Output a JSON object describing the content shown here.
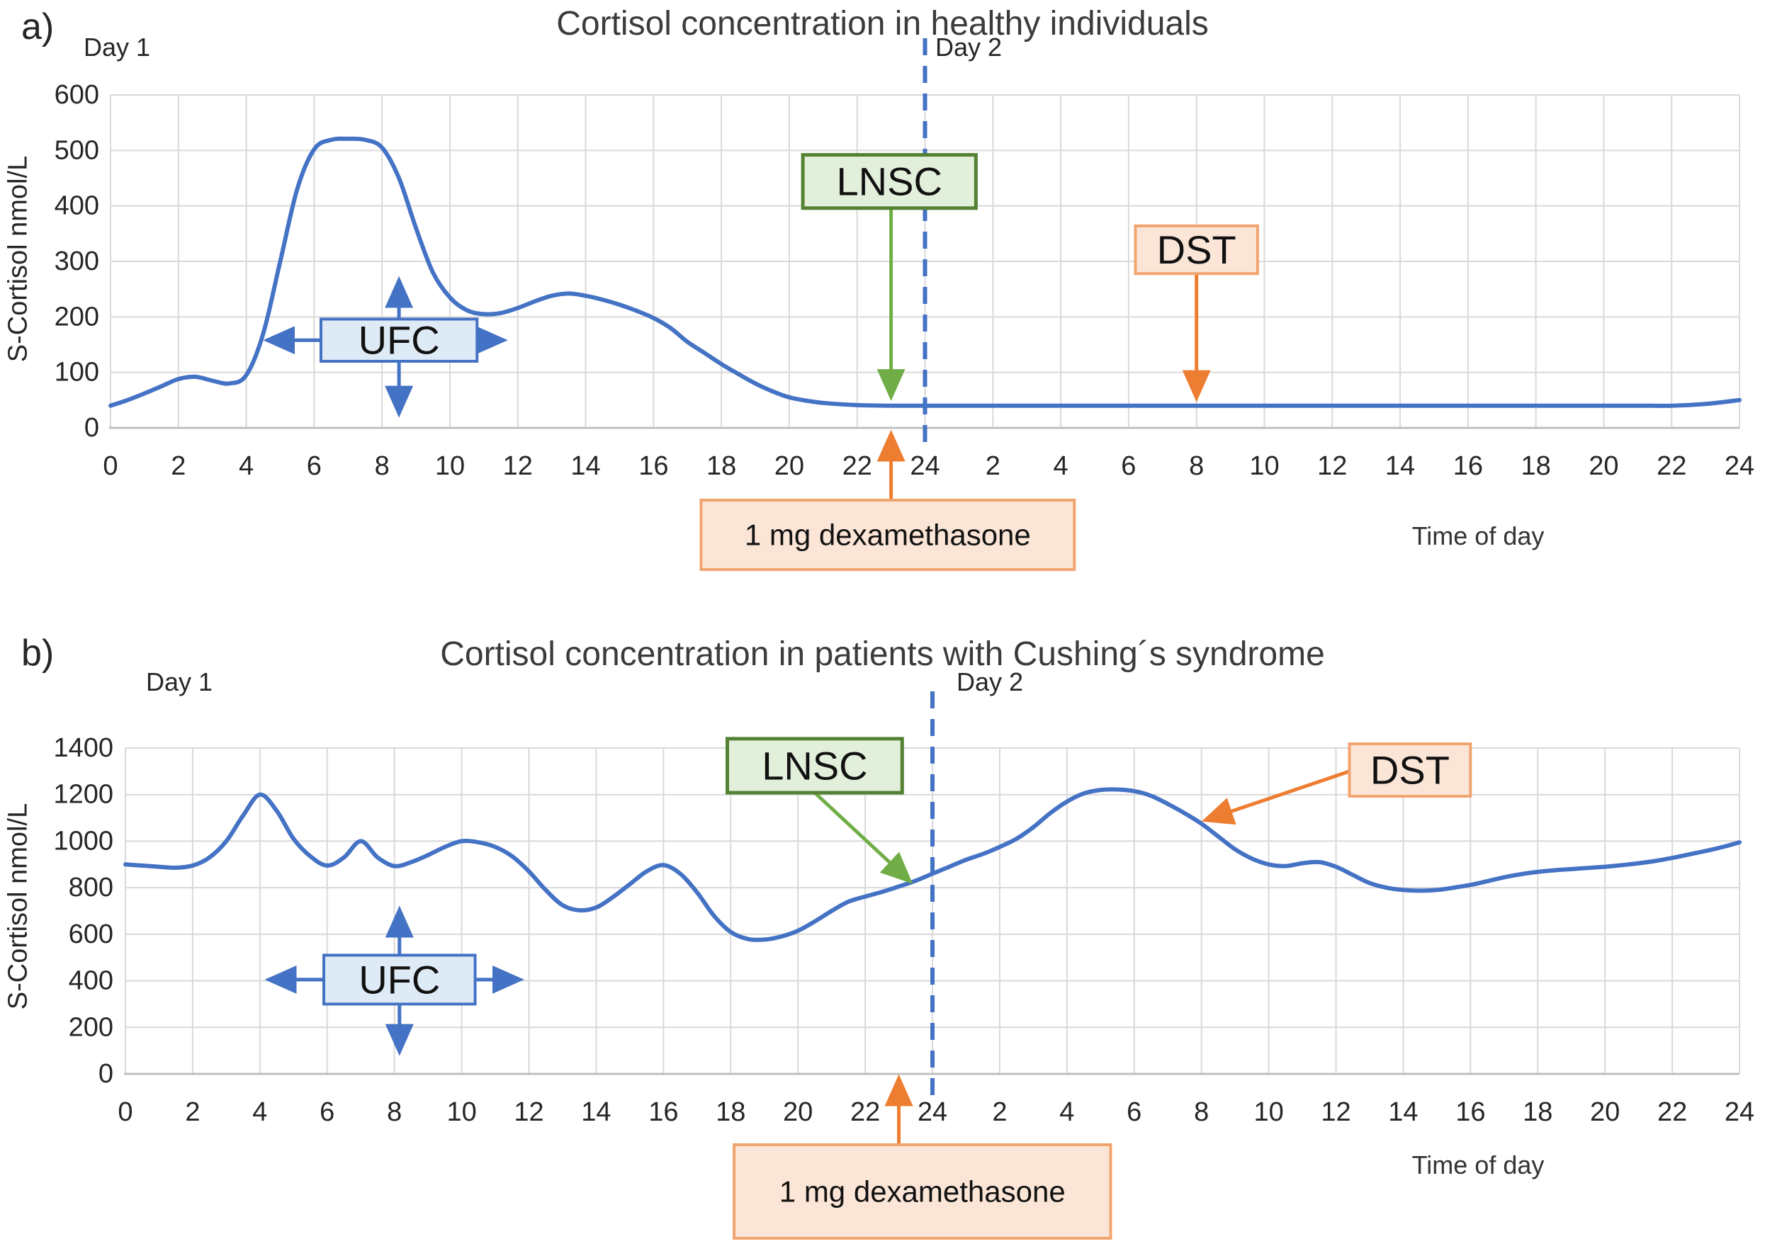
{
  "colors": {
    "curve": "#4472C4",
    "dashed_line": "#4472C4",
    "grid": "#D9D9D9",
    "axis_line": "#BFBFBF",
    "tick_text": "#262626",
    "title_text": "#3B3B3B",
    "ufc_fill": "#DEEAF6",
    "ufc_border": "#4472C4",
    "ufc_arrow": "#4472C4",
    "green_fill": "#E2EFDA",
    "green_border": "#548235",
    "green_arrow": "#70AD47",
    "orange_fill": "#FBE5D6",
    "orange_border": "#F2A470",
    "orange_arrow": "#ED7D31",
    "label_text": "#111111"
  },
  "chart_data": [
    {
      "type": "line",
      "panel_letter": "a)",
      "title": "Cortisol concentration in healthy individuals",
      "ylabel": "S-Cortisol nmol/L",
      "xlabel": "Time of day",
      "day1_label": "Day 1",
      "day2_label": "Day 2",
      "legend": "none",
      "grid": "on",
      "xlim": [
        0,
        48
      ],
      "ylim": [
        0,
        600
      ],
      "day_boundary_hour": 24,
      "grid_x_step_hours": 2,
      "ytick_values": [
        600,
        500,
        400,
        300,
        200,
        100,
        0
      ],
      "xtick_hours": [
        0,
        2,
        4,
        6,
        8,
        10,
        12,
        14,
        16,
        18,
        20,
        22,
        24,
        26,
        28,
        30,
        32,
        34,
        36,
        38,
        40,
        42,
        44,
        46,
        48
      ],
      "xtick_labels": [
        "0",
        "2",
        "4",
        "6",
        "8",
        "10",
        "12",
        "14",
        "16",
        "18",
        "20",
        "22",
        "24",
        "2",
        "4",
        "6",
        "8",
        "10",
        "12",
        "14",
        "16",
        "18",
        "20",
        "22",
        "24"
      ],
      "points": [
        [
          0,
          40
        ],
        [
          0.5,
          50
        ],
        [
          1,
          62
        ],
        [
          1.5,
          75
        ],
        [
          2,
          88
        ],
        [
          2.5,
          92
        ],
        [
          3,
          85
        ],
        [
          3.5,
          80
        ],
        [
          4,
          95
        ],
        [
          4.5,
          170
        ],
        [
          5,
          300
        ],
        [
          5.5,
          430
        ],
        [
          6,
          502
        ],
        [
          6.5,
          519
        ],
        [
          7,
          521
        ],
        [
          7.5,
          519
        ],
        [
          8,
          505
        ],
        [
          8.5,
          450
        ],
        [
          9,
          360
        ],
        [
          9.5,
          280
        ],
        [
          10,
          235
        ],
        [
          10.5,
          212
        ],
        [
          11,
          205
        ],
        [
          11.5,
          207
        ],
        [
          12,
          216
        ],
        [
          12.5,
          228
        ],
        [
          13,
          238
        ],
        [
          13.5,
          242
        ],
        [
          14,
          238
        ],
        [
          14.5,
          231
        ],
        [
          15,
          222
        ],
        [
          15.5,
          211
        ],
        [
          16,
          198
        ],
        [
          16.5,
          180
        ],
        [
          17,
          155
        ],
        [
          17.5,
          135
        ],
        [
          18,
          115
        ],
        [
          18.5,
          97
        ],
        [
          19,
          80
        ],
        [
          19.5,
          66
        ],
        [
          20,
          55
        ],
        [
          20.5,
          49
        ],
        [
          21,
          45
        ],
        [
          22,
          41
        ],
        [
          23,
          40
        ],
        [
          24,
          40
        ],
        [
          26,
          40
        ],
        [
          28,
          40
        ],
        [
          30,
          40
        ],
        [
          32,
          40
        ],
        [
          34,
          40
        ],
        [
          36,
          40
        ],
        [
          38,
          40
        ],
        [
          40,
          40
        ],
        [
          42,
          40
        ],
        [
          44,
          40
        ],
        [
          45,
          40
        ],
        [
          46,
          40
        ],
        [
          47,
          43
        ],
        [
          48,
          50
        ]
      ],
      "annotations": {
        "ufc": {
          "label": "UFC",
          "box_hours": [
            6.2,
            10.8
          ],
          "box_values": [
            120,
            196
          ],
          "tip_up_value": 264,
          "tip_down_value": 28,
          "tip_left_hour": 4.65,
          "tip_right_hour": 11.55
        },
        "lnsc": {
          "label": "LNSC",
          "box_hours": [
            20.4,
            25.5
          ],
          "box_values": [
            396,
            492
          ],
          "arrow_from": [
            23.0,
            396
          ],
          "arrow_to": [
            23.0,
            58
          ]
        },
        "dst": {
          "label": "DST",
          "box_hours": [
            30.2,
            33.8
          ],
          "box_values": [
            278,
            364
          ],
          "arrow_from": [
            32.0,
            278
          ],
          "arrow_to": [
            32.0,
            56
          ]
        },
        "dexamethasone": {
          "label": "1 mg dexamethasone",
          "box_hours": [
            17.4,
            28.4
          ],
          "arrow_hour": 23.0
        }
      }
    },
    {
      "type": "line",
      "panel_letter": "b)",
      "title": "Cortisol concentration in patients with Cushing´s syndrome",
      "ylabel": "S-Cortisol nmol/L",
      "xlabel": "Time of day",
      "day1_label": "Day 1",
      "day2_label": "Day 2",
      "legend": "none",
      "grid": "on",
      "xlim": [
        0,
        48
      ],
      "ylim": [
        0,
        1400
      ],
      "day_boundary_hour": 24,
      "grid_x_step_hours": 2,
      "ytick_values": [
        1400,
        1200,
        1000,
        800,
        600,
        400,
        200,
        0
      ],
      "xtick_hours": [
        0,
        2,
        4,
        6,
        8,
        10,
        12,
        14,
        16,
        18,
        20,
        22,
        24,
        26,
        28,
        30,
        32,
        34,
        36,
        38,
        40,
        42,
        44,
        46,
        48
      ],
      "xtick_labels": [
        "0",
        "2",
        "4",
        "6",
        "8",
        "10",
        "12",
        "14",
        "16",
        "18",
        "20",
        "22",
        "24",
        "2",
        "4",
        "6",
        "8",
        "10",
        "12",
        "14",
        "16",
        "18",
        "20",
        "22",
        "24"
      ],
      "points": [
        [
          0,
          900
        ],
        [
          0.5,
          895
        ],
        [
          1,
          890
        ],
        [
          1.5,
          886
        ],
        [
          2,
          895
        ],
        [
          2.5,
          930
        ],
        [
          3,
          1000
        ],
        [
          3.5,
          1110
        ],
        [
          4,
          1200
        ],
        [
          4.5,
          1130
        ],
        [
          5,
          1010
        ],
        [
          5.5,
          935
        ],
        [
          6,
          895
        ],
        [
          6.5,
          930
        ],
        [
          7,
          1000
        ],
        [
          7.5,
          930
        ],
        [
          8,
          893
        ],
        [
          8.5,
          910
        ],
        [
          9,
          940
        ],
        [
          9.5,
          975
        ],
        [
          10,
          1000
        ],
        [
          10.5,
          995
        ],
        [
          11,
          975
        ],
        [
          11.5,
          935
        ],
        [
          12,
          870
        ],
        [
          12.5,
          790
        ],
        [
          13,
          725
        ],
        [
          13.5,
          703
        ],
        [
          14,
          715
        ],
        [
          14.5,
          760
        ],
        [
          15,
          815
        ],
        [
          15.5,
          870
        ],
        [
          16,
          897
        ],
        [
          16.5,
          860
        ],
        [
          17,
          780
        ],
        [
          17.5,
          680
        ],
        [
          18,
          610
        ],
        [
          18.5,
          580
        ],
        [
          19,
          577
        ],
        [
          19.5,
          590
        ],
        [
          20,
          615
        ],
        [
          20.5,
          655
        ],
        [
          21,
          700
        ],
        [
          21.5,
          740
        ],
        [
          22,
          762
        ],
        [
          22.5,
          782
        ],
        [
          23,
          805
        ],
        [
          23.5,
          830
        ],
        [
          24,
          860
        ],
        [
          24.5,
          890
        ],
        [
          25,
          920
        ],
        [
          25.5,
          945
        ],
        [
          26,
          975
        ],
        [
          26.5,
          1010
        ],
        [
          27,
          1060
        ],
        [
          27.5,
          1120
        ],
        [
          28,
          1170
        ],
        [
          28.5,
          1205
        ],
        [
          29,
          1220
        ],
        [
          29.5,
          1222
        ],
        [
          30,
          1215
        ],
        [
          30.5,
          1195
        ],
        [
          31,
          1160
        ],
        [
          31.5,
          1120
        ],
        [
          32,
          1075
        ],
        [
          32.5,
          1020
        ],
        [
          33,
          965
        ],
        [
          33.5,
          925
        ],
        [
          34,
          900
        ],
        [
          34.5,
          893
        ],
        [
          35,
          905
        ],
        [
          35.5,
          910
        ],
        [
          36,
          890
        ],
        [
          36.5,
          855
        ],
        [
          37,
          820
        ],
        [
          37.5,
          800
        ],
        [
          38,
          790
        ],
        [
          38.5,
          787
        ],
        [
          39,
          790
        ],
        [
          39.5,
          800
        ],
        [
          40,
          812
        ],
        [
          40.5,
          828
        ],
        [
          41,
          845
        ],
        [
          41.5,
          858
        ],
        [
          42,
          868
        ],
        [
          42.5,
          875
        ],
        [
          43,
          880
        ],
        [
          43.5,
          885
        ],
        [
          44,
          890
        ],
        [
          44.5,
          897
        ],
        [
          45,
          905
        ],
        [
          45.5,
          915
        ],
        [
          46,
          928
        ],
        [
          46.5,
          943
        ],
        [
          47,
          958
        ],
        [
          47.5,
          975
        ],
        [
          48,
          995
        ]
      ],
      "annotations": {
        "ufc": {
          "label": "UFC",
          "box_hours": [
            5.9,
            10.4
          ],
          "box_values": [
            300,
            510
          ],
          "tip_up_value": 700,
          "tip_down_value": 100,
          "tip_left_hour": 4.3,
          "tip_right_hour": 11.7
        },
        "lnsc": {
          "label": "LNSC",
          "box_hours": [
            17.9,
            23.1
          ],
          "box_values": [
            1208,
            1440
          ],
          "arrow_from": [
            20.5,
            1208
          ],
          "arrow_to": [
            23.3,
            832
          ]
        },
        "dst": {
          "label": "DST",
          "box_hours": [
            36.4,
            40.0
          ],
          "box_values": [
            1193,
            1418
          ],
          "arrow_from": [
            36.4,
            1300
          ],
          "arrow_to": [
            32.15,
            1092
          ]
        },
        "dexamethasone": {
          "label": "1 mg dexamethasone",
          "box_hours": [
            18.1,
            29.3
          ],
          "arrow_hour": 23.0
        }
      }
    }
  ]
}
